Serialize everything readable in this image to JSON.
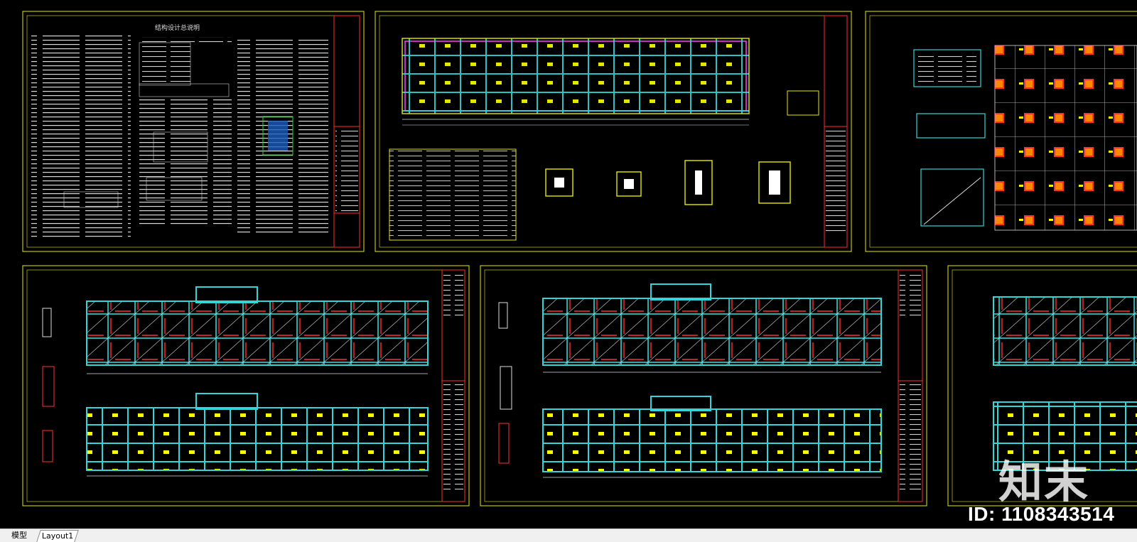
{
  "app": {
    "viewport_background": "#000000",
    "sheet_border_color": "#e8e800",
    "title_block_color": "#ff2a2a",
    "structure_color": "#33d6d6",
    "annotation_color": "#ffff00",
    "dimension_color": "#ffffff",
    "detail_color": "#ff3030"
  },
  "drawing": {
    "sheet_1_title": "结构设计总说明"
  },
  "watermark": {
    "logo_text": "知末",
    "id_text": "ID: 1108343514"
  },
  "tabs": {
    "model_label": "模型",
    "layout_label": "Layout1"
  }
}
